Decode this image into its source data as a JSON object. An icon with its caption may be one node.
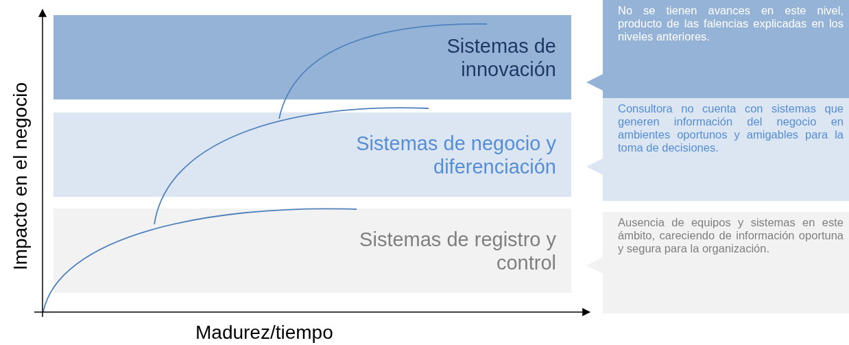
{
  "diagram": {
    "nodes": [
      {
        "text": [
          "Sistemas de innovación"
        ]
      },
      {
        "text": [
          "Sistemas de negocio y diferenciación"
        ]
      },
      {
        "text": [
          "Sistemas de registro y control"
        ]
      },
      {
        "text": [
          "No se tienen avances en este nivel, producto de las falencias explicadas en los niveles anteriores."
        ]
      },
      {
        "text": [
          "Consultora no cuenta con sistemas que generen información del negocio en ambientes oportunos y amigables para la toma de decisiones."
        ]
      },
      {
        "text": [
          "Ausencia de equipos y sistemas en este ámbito, careciendo de información oportuna y segura para la organización."
        ]
      }
    ],
    "edges": [],
    "labels": [
      "Impacto en el negocio",
      "Madurez/tiempo"
    ]
  }
}
